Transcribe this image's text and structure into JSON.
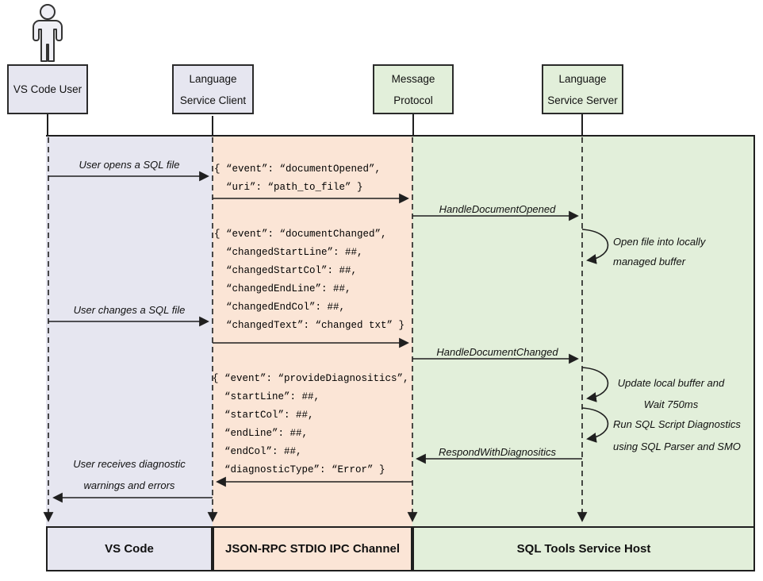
{
  "diagram_type": "sequence-diagram",
  "colors": {
    "lane_user": "#E6E6F0",
    "lane_ipc": "#FBE5D6",
    "lane_host": "#E2EFDA",
    "line": "#1f1f1f",
    "background": "#ffffff"
  },
  "headers": [
    "VS Code User",
    "Language\nService Client",
    "Message\nProtocol",
    "Language\nService Server"
  ],
  "footers": [
    "VS Code",
    "JSON-RPC STDIO IPC Channel",
    "SQL Tools Service Host"
  ],
  "messages": {
    "user_opens": "User opens a SQL file",
    "doc_opened_json": "{ “event”: “documentOpened”,\n  “uri”: “path_to_file” }",
    "handle_doc_opened": "HandleDocumentOpened",
    "open_file_note": "Open file into locally\nmanaged buffer",
    "doc_changed_json": "{ “event”: “documentChanged”,\n  “changedStartLine”: ##,\n  “changedStartCol”: ##,\n  “changedEndLine”: ##,\n  “changedEndCol”: ##,\n  “changedText”: “changed txt” }",
    "user_changes": "User changes a SQL file",
    "handle_doc_changed": "HandleDocumentChanged",
    "update_buffer_note": "Update local buffer and\nWait 750ms",
    "run_diag_note": "Run SQL Script Diagnostics\nusing SQL Parser and SMO",
    "provide_diag_json": "{ “event”: “provideDiagnositics”,\n  “startLine”: ##,\n  “startCol”: ##,\n  “endLine”: ##,\n  “endCol”: ##,\n  “diagnosticType”: “Error” }",
    "respond_with_diag": "RespondWithDiagnositics",
    "user_receives": "User receives diagnostic\nwarnings and errors"
  }
}
